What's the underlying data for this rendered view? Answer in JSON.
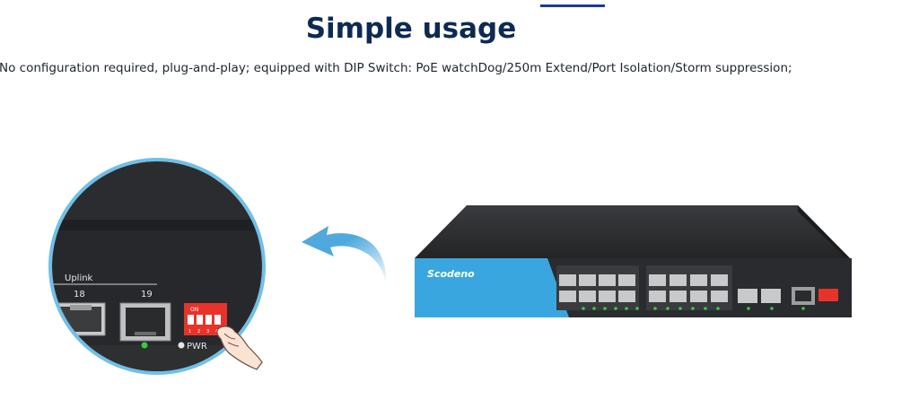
{
  "heading": {
    "title": "Simple usage",
    "description": "No configuration required, plug-and-play; equipped with DIP Switch: PoE watchDog/250m Extend/Port Isolation/Storm suppression;"
  },
  "zoom_panel": {
    "uplink_label": "Uplink",
    "port_18_label": "18",
    "port_19_label": "19",
    "dip_on_label": "ON",
    "dip_numbers": [
      "1",
      "2",
      "3",
      "4"
    ],
    "pwr_label": "PWR"
  },
  "device": {
    "brand": "Scodeno"
  },
  "colors": {
    "accent": "#1a3c8f",
    "title": "#0d2a52",
    "arrow": "#4fa9dd",
    "zoom_ring": "#6fc0e8",
    "switch_body": "#2a2b2e",
    "switch_blue": "#3aa6e0",
    "dip_red": "#e8332a",
    "led_green": "#3cc93c"
  }
}
